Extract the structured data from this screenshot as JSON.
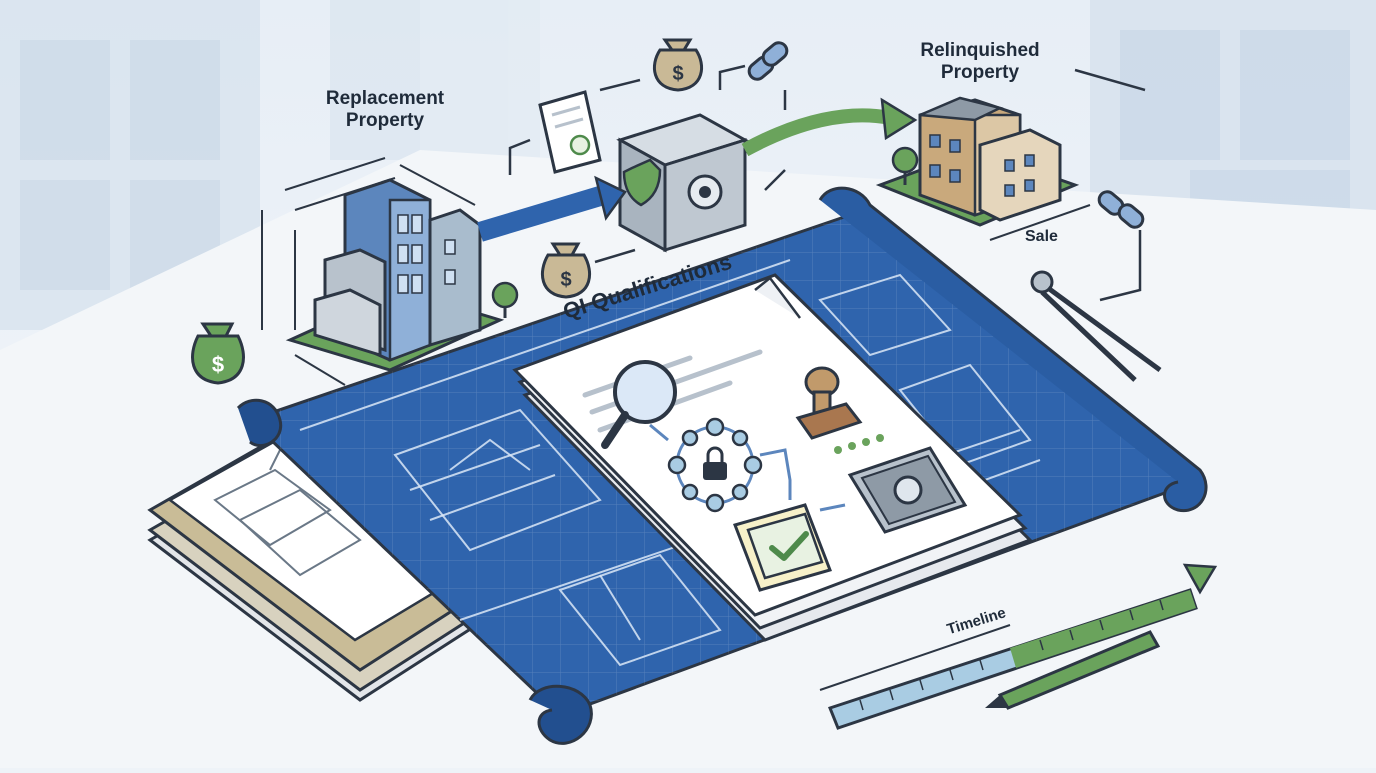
{
  "labels": {
    "replacement_line1": "Replacement",
    "replacement_line2": "Property",
    "relinquished_line1": "Relinquished",
    "relinquished_line2": "Property",
    "sale": "Sale",
    "timeline": "Timeline",
    "qi_title": "QI Qualifications"
  },
  "colors": {
    "blueprint": "#2f64ad",
    "blueprint_dark": "#224f8f",
    "accent_green": "#6aa35c",
    "money_green": "#4e8a4b",
    "building_blue": "#5c86bd",
    "background": "#eef3f8",
    "outline": "#2c3644"
  },
  "icons": [
    "money-bag-icon",
    "document-check-icon",
    "chain-link-icon",
    "safe-shield-icon",
    "magnifier-icon",
    "network-lock-icon",
    "stamp-icon",
    "checkbox-icon",
    "vault-icon",
    "compass-icon",
    "pen-icon",
    "ruler-icon"
  ]
}
